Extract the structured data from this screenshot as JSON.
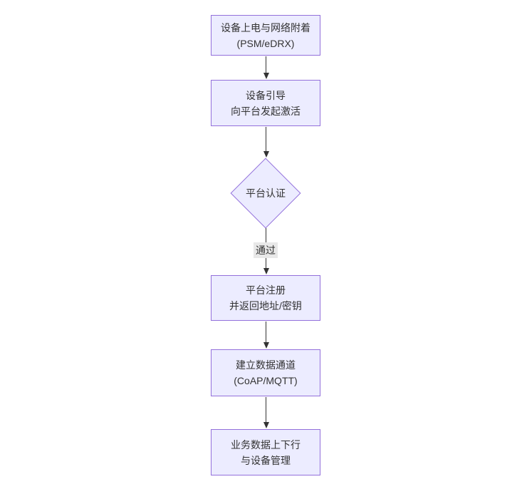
{
  "diagram": {
    "type": "flowchart",
    "direction": "top-down",
    "nodes": [
      {
        "id": "power-on",
        "shape": "rect",
        "lines": [
          "设备上电与网络附着",
          "(PSM/eDRX)"
        ]
      },
      {
        "id": "bootstrap",
        "shape": "rect",
        "lines": [
          "设备引导",
          "向平台发起激活"
        ]
      },
      {
        "id": "platform-auth",
        "shape": "diamond",
        "lines": [
          "平台认证"
        ]
      },
      {
        "id": "register",
        "shape": "rect",
        "lines": [
          "平台注册",
          "并返回地址/密钥"
        ]
      },
      {
        "id": "data-channel",
        "shape": "rect",
        "lines": [
          "建立数据通道",
          "(CoAP/MQTT)"
        ]
      },
      {
        "id": "business",
        "shape": "rect",
        "lines": [
          "业务数据上下行",
          "与设备管理"
        ]
      }
    ],
    "edges": [
      {
        "from": "power-on",
        "to": "bootstrap"
      },
      {
        "from": "bootstrap",
        "to": "platform-auth"
      },
      {
        "from": "platform-auth",
        "to": "register",
        "label": "通过"
      },
      {
        "from": "register",
        "to": "data-channel"
      },
      {
        "from": "data-channel",
        "to": "business"
      }
    ],
    "colors": {
      "node_fill": "#ECECFF",
      "node_border": "#9370DB",
      "text": "#333333",
      "arrow": "#333333",
      "label_bg": "#e8e8e8"
    }
  }
}
